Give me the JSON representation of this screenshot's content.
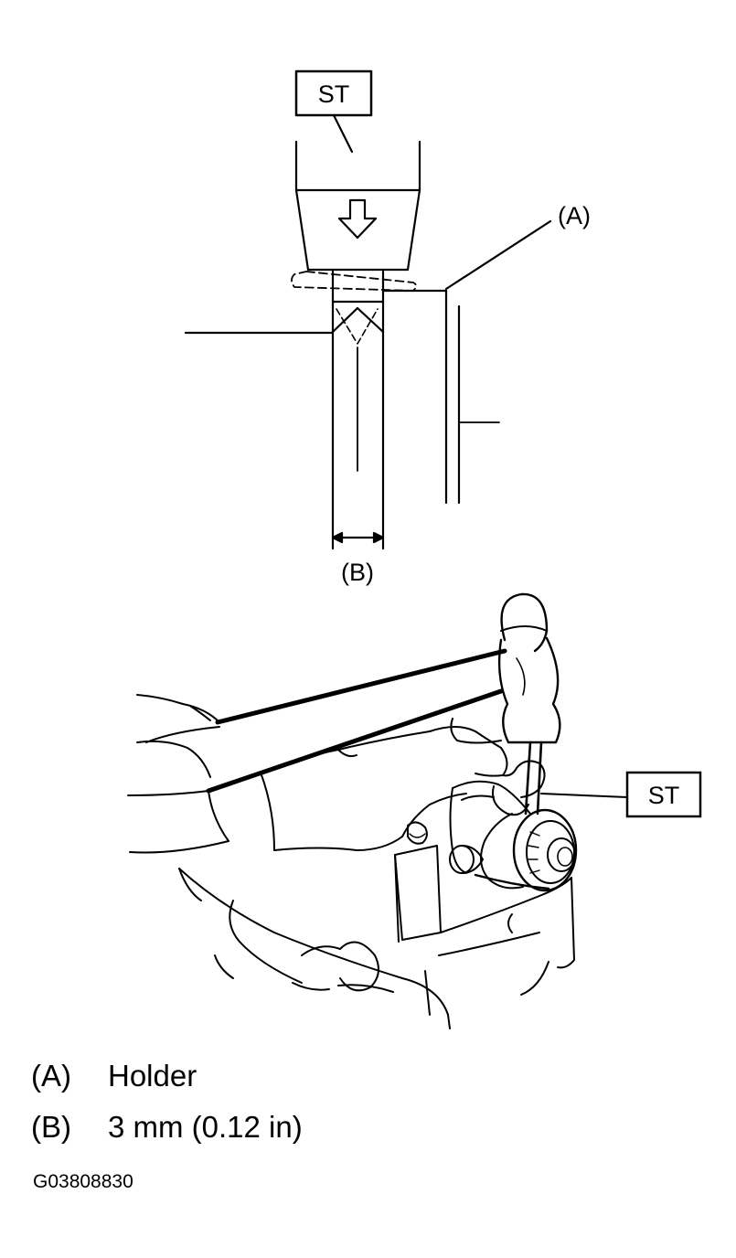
{
  "diagram": {
    "callouts": {
      "st_top": "ST",
      "st_bottom": "ST",
      "a": "(A)",
      "b": "(B)"
    }
  },
  "legend": [
    {
      "key": "(A)",
      "text": "Holder"
    },
    {
      "key": "(B)",
      "text": "3 mm (0.12 in)"
    }
  ],
  "figure_code": "G03808830"
}
